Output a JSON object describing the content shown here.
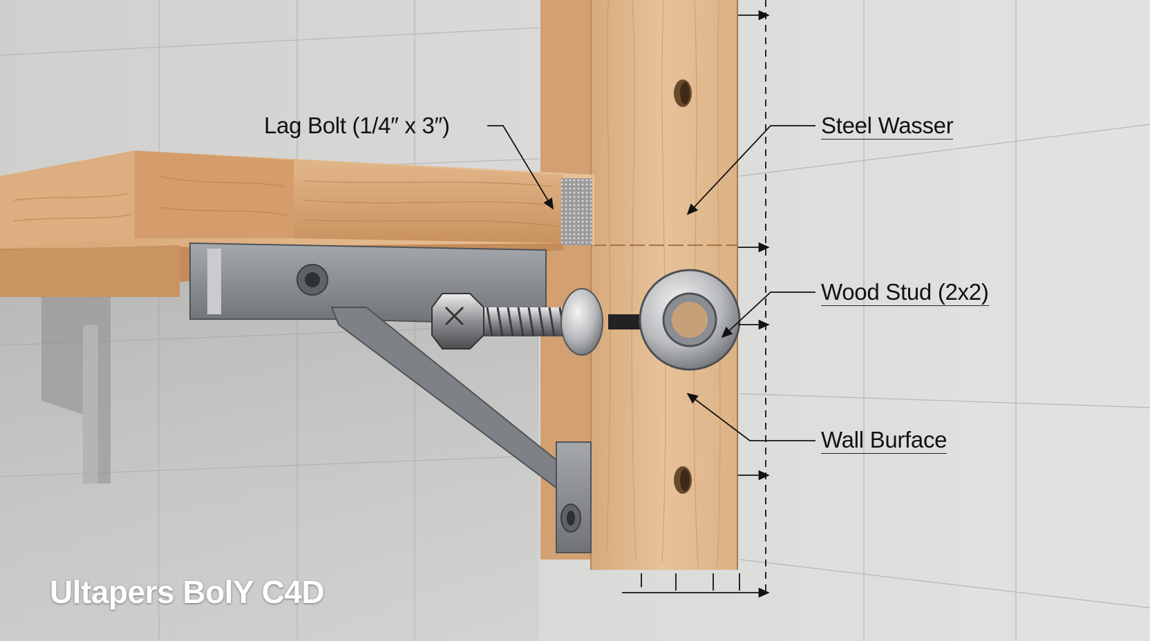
{
  "callouts": {
    "lag_bolt": "Lag Bolt (1/4″ x 3″)",
    "steel_washer": "Steel Wasser",
    "wood_stud": "Wood Stud (2x2)",
    "wall_surface": "Wall Burface"
  },
  "watermark": "Ultapers BolY C4D",
  "icons": {
    "bolt": "hex-bolt-icon",
    "washer": "washer-icon",
    "bracket": "l-bracket-icon"
  },
  "colors": {
    "wall": "#d9d9d6",
    "wood": "#d9a679",
    "steel": "#8a8d91",
    "text": "#111111",
    "watermark": "#ffffff"
  }
}
